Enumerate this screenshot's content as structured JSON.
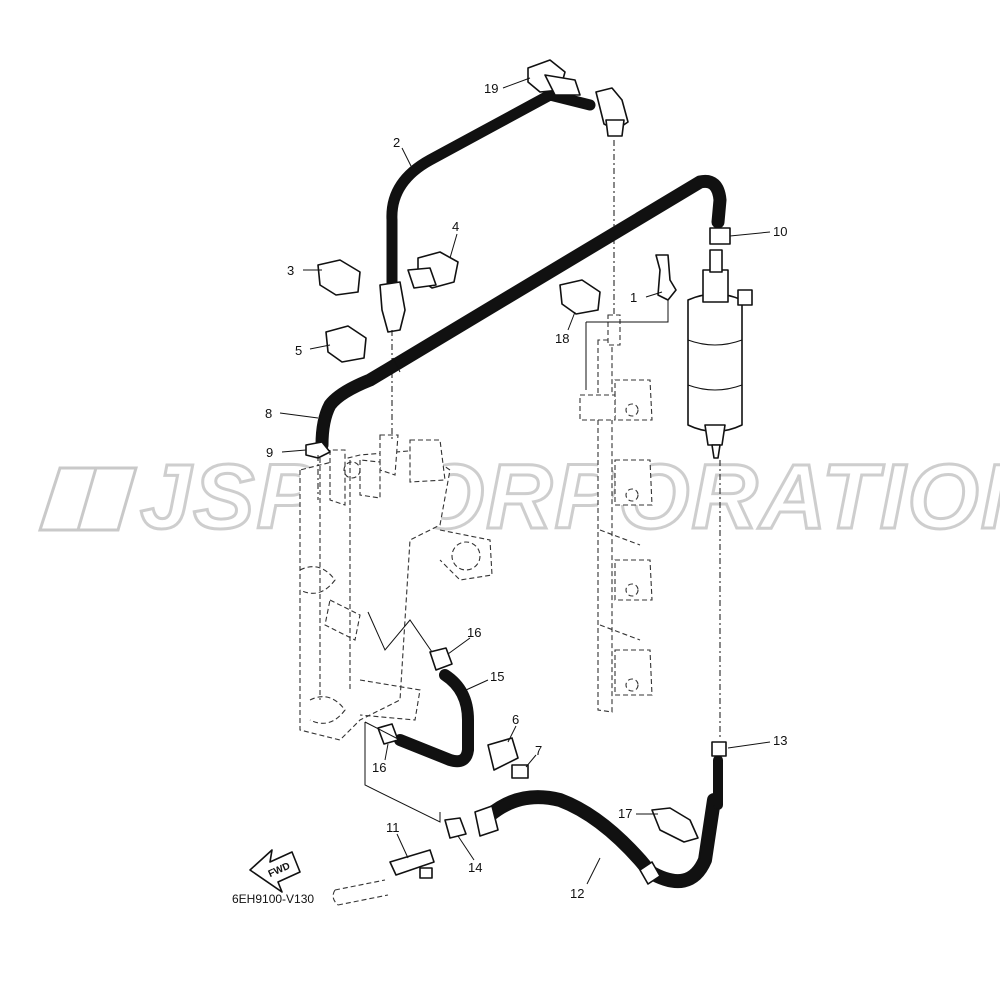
{
  "watermark": "JSP CORPORATION",
  "diagram_code": "6EH9100-V130",
  "fwd_label": "FWD",
  "callouts": [
    "1",
    "2",
    "3",
    "4",
    "5",
    "6",
    "7",
    "8",
    "9",
    "10",
    "11",
    "12",
    "13",
    "14",
    "15",
    "16",
    "16",
    "17",
    "18",
    "19"
  ]
}
